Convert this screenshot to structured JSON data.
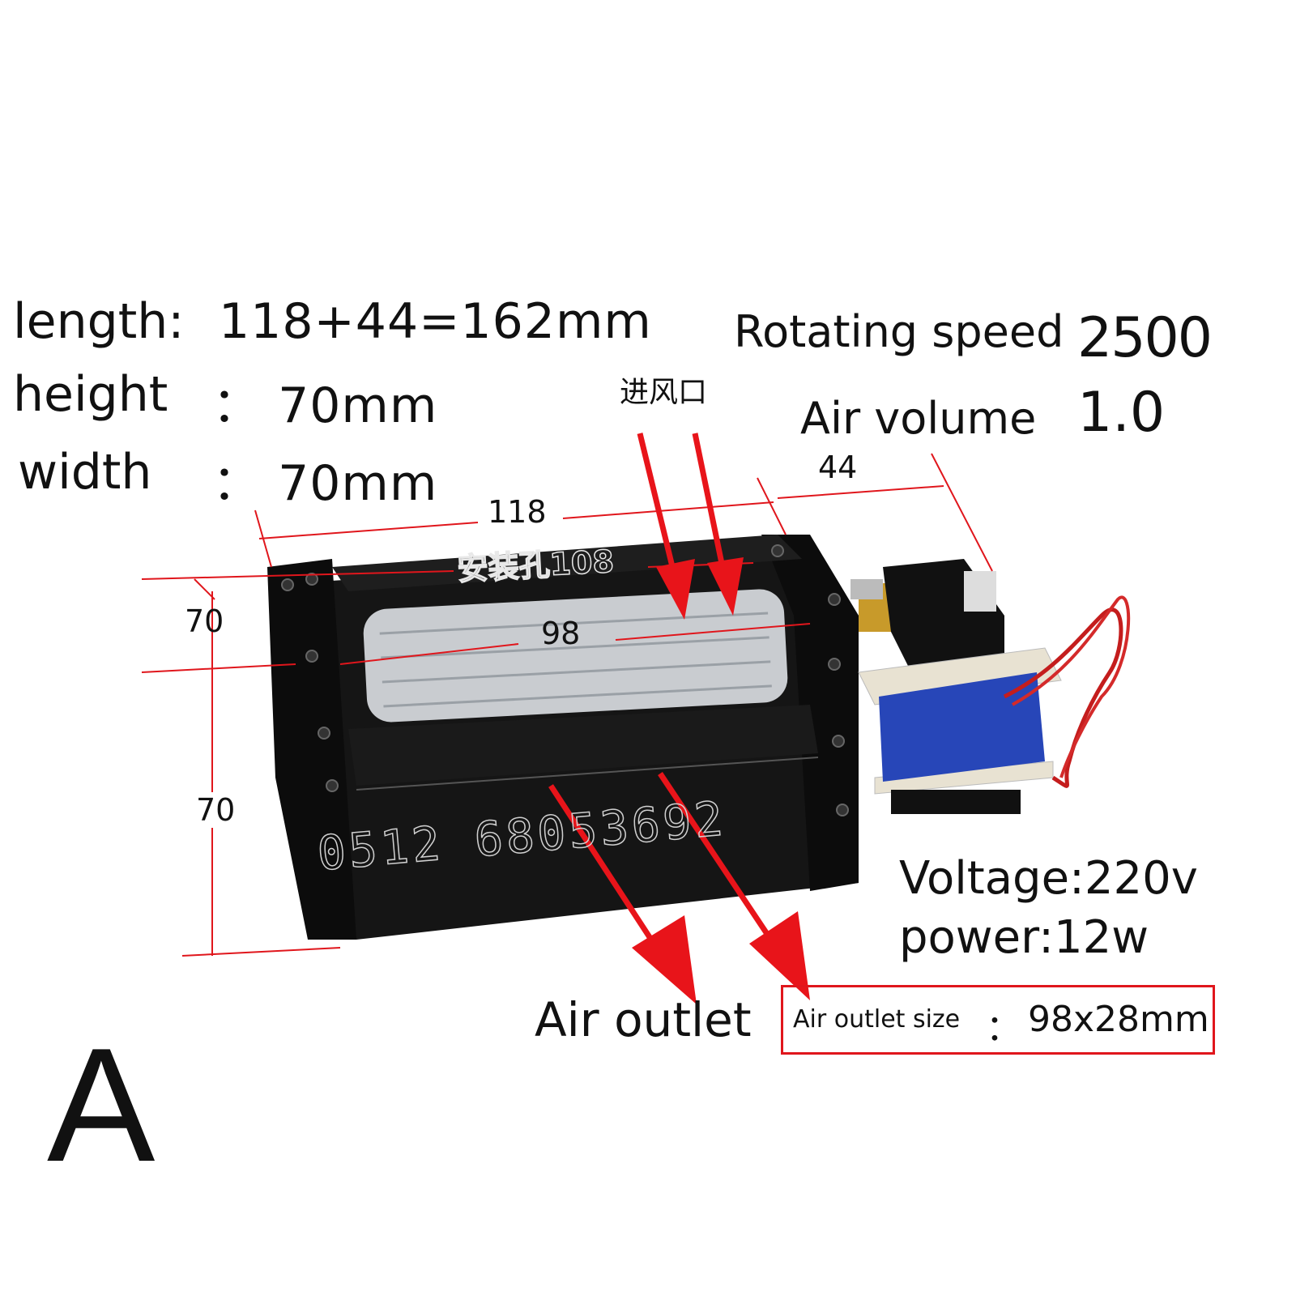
{
  "specs": {
    "length_label": "length:",
    "length_value": "118+44=162mm",
    "height_label": "height",
    "height_value": "： 70mm",
    "width_label": "width",
    "width_value": "： 70mm",
    "rotating_speed_label": "Rotating speed",
    "rotating_speed_value": "2500",
    "air_volume_label": "Air volume",
    "air_volume_value": "1.0",
    "voltage": "Voltage:220v",
    "power": "power:12w"
  },
  "annotations": {
    "inlet_cn": "进风口",
    "mount_hole_cn": "安装孔108",
    "dim_118": "118",
    "dim_44": "44",
    "dim_98": "98",
    "dim_70_top": "70",
    "dim_70_side": "70",
    "phone_stamp": "0512 68053692",
    "air_outlet": "Air outlet",
    "outlet_size_label": "Air outlet size",
    "outlet_size_sep": "：",
    "outlet_size_value": "98x28mm",
    "variant_letter": "A"
  },
  "colors": {
    "annotation_red": "#e0161c",
    "housing_black": "#111111",
    "rotor_silver": "#c9ccd0",
    "coil_blue": "#2746b8",
    "bracket_beige": "#e8e2d2",
    "brass": "#c89a2a"
  }
}
